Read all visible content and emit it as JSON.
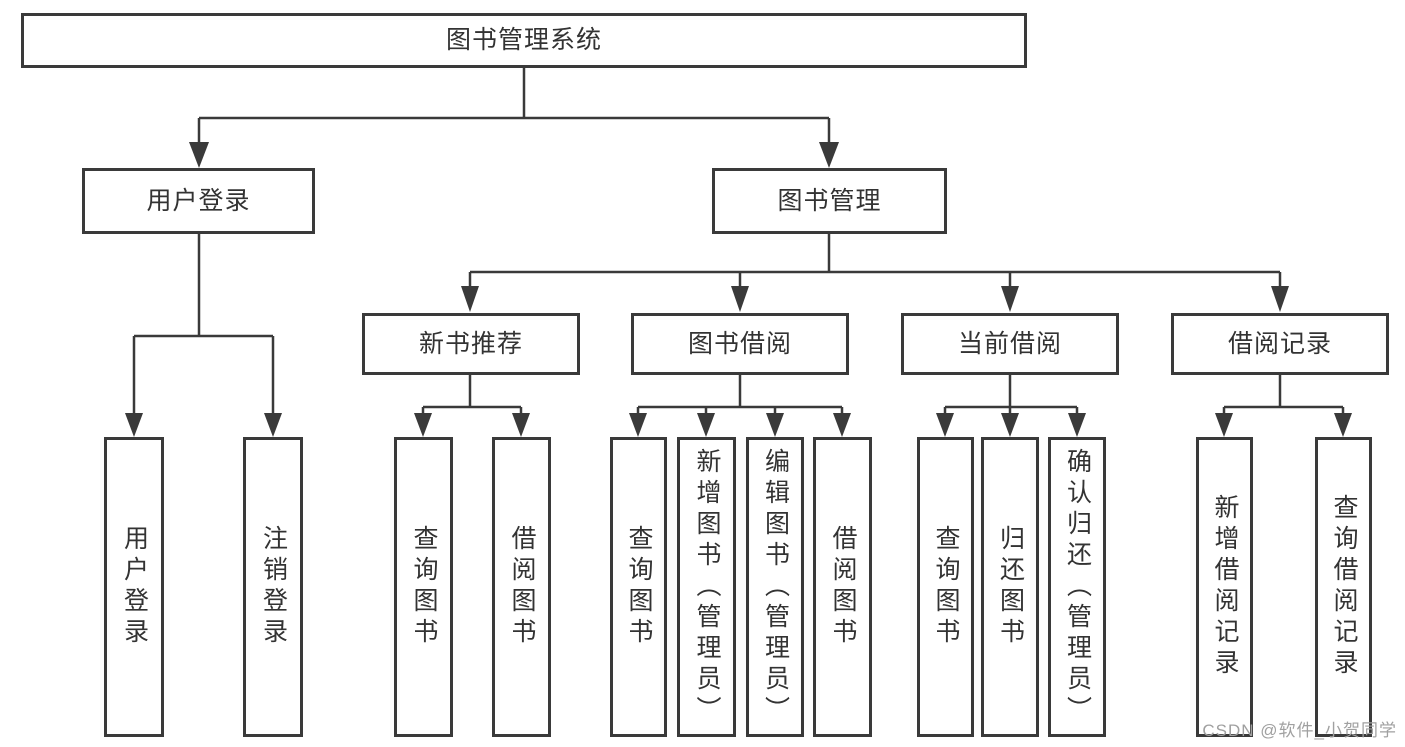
{
  "colors": {
    "background": "#ffffff",
    "line": "#3a3a3a",
    "box_border": "#3a3a3a",
    "text": "#333333",
    "watermark": "#a0a0a0"
  },
  "tree": {
    "root": {
      "label": "图书管理系统",
      "children": [
        {
          "id": "user_login",
          "label": "用户登录",
          "children": [
            {
              "label": "用户登录"
            },
            {
              "label": "注销登录"
            }
          ]
        },
        {
          "id": "book_management",
          "label": "图书管理",
          "children": [
            {
              "id": "new_book_recommend",
              "label": "新书推荐",
              "children": [
                {
                  "label": "查询图书"
                },
                {
                  "label": "借阅图书"
                }
              ]
            },
            {
              "id": "book_borrow",
              "label": "图书借阅",
              "children": [
                {
                  "label": "查询图书"
                },
                {
                  "label": "新增图书（管理员）"
                },
                {
                  "label": "编辑图书（管理员）"
                },
                {
                  "label": "借阅图书"
                }
              ]
            },
            {
              "id": "current_borrow",
              "label": "当前借阅",
              "children": [
                {
                  "label": "查询图书"
                },
                {
                  "label": "归还图书"
                },
                {
                  "label": "确认归还（管理员）"
                }
              ]
            },
            {
              "id": "borrow_record",
              "label": "借阅记录",
              "children": [
                {
                  "label": "新增借阅记录"
                },
                {
                  "label": "查询借阅记录"
                }
              ]
            }
          ]
        }
      ]
    }
  },
  "watermark": {
    "text": "CSDN @软件_小贺同学"
  }
}
